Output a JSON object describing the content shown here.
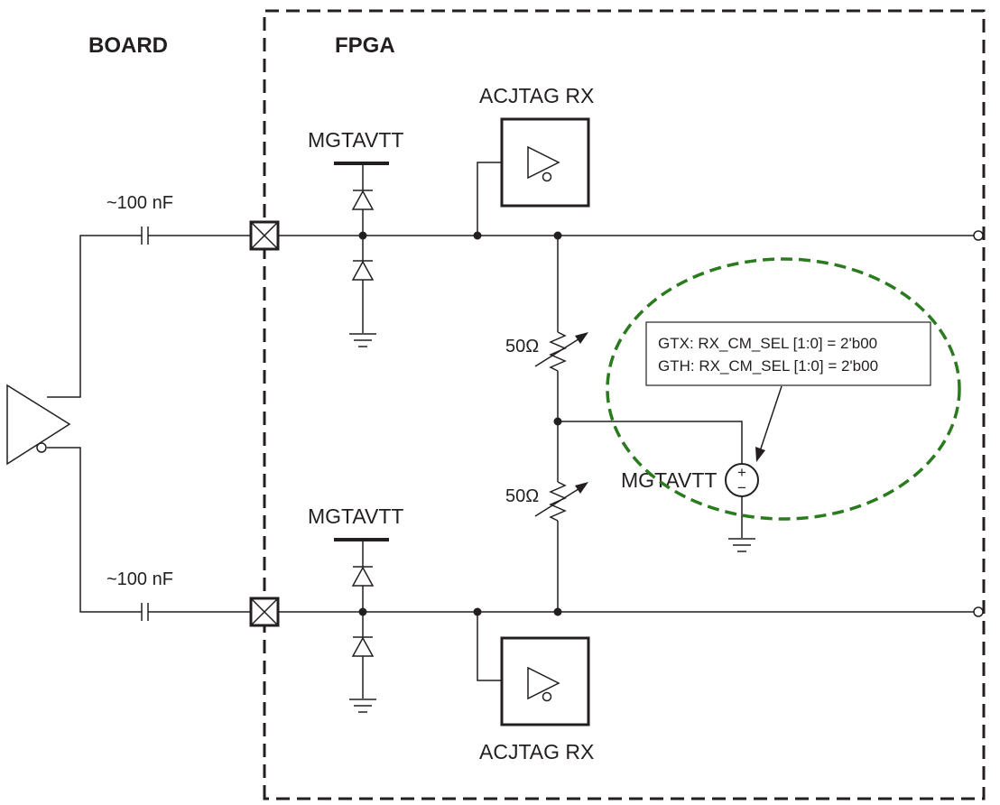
{
  "labels": {
    "board": "BOARD",
    "fpga": "FPGA",
    "acjtag_top": "ACJTAG RX",
    "acjtag_bottom": "ACJTAG RX",
    "mgtavtt_top": "MGTAVTT",
    "mgtavtt_bottom": "MGTAVTT",
    "mgtavtt_source": "MGTAVTT",
    "cap_top": "~100 nF",
    "cap_bottom": "~100 nF",
    "res_top": "50Ω",
    "res_bottom": "50Ω",
    "source_plus": "+",
    "source_minus": "−"
  },
  "note": {
    "line1": "GTX: RX_CM_SEL [1:0] = 2'b00",
    "line2": "GTH: RX_CM_SEL [1:0] = 2'b00"
  },
  "colors": {
    "line": "#231f20",
    "highlight": "#2a7a1e"
  }
}
